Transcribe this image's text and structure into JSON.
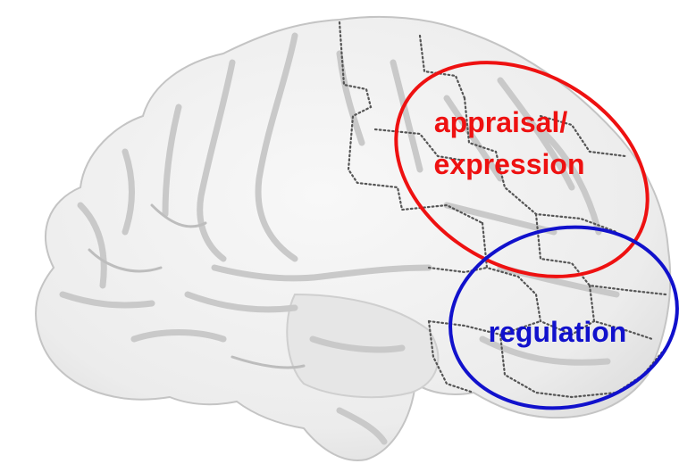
{
  "figure": {
    "regions": [
      {
        "id": "appraisal",
        "label_lines": [
          "appraisal/",
          "expression"
        ],
        "color": "#ee1111"
      },
      {
        "id": "regulation",
        "label_lines": [
          "regulation"
        ],
        "color": "#1111cc"
      }
    ],
    "brain": {
      "surface_color": "#eeeeee",
      "highlight_color": "#f7f7f7",
      "shadow_color": "#cfcfcf",
      "parcel_color": "#555555"
    }
  }
}
